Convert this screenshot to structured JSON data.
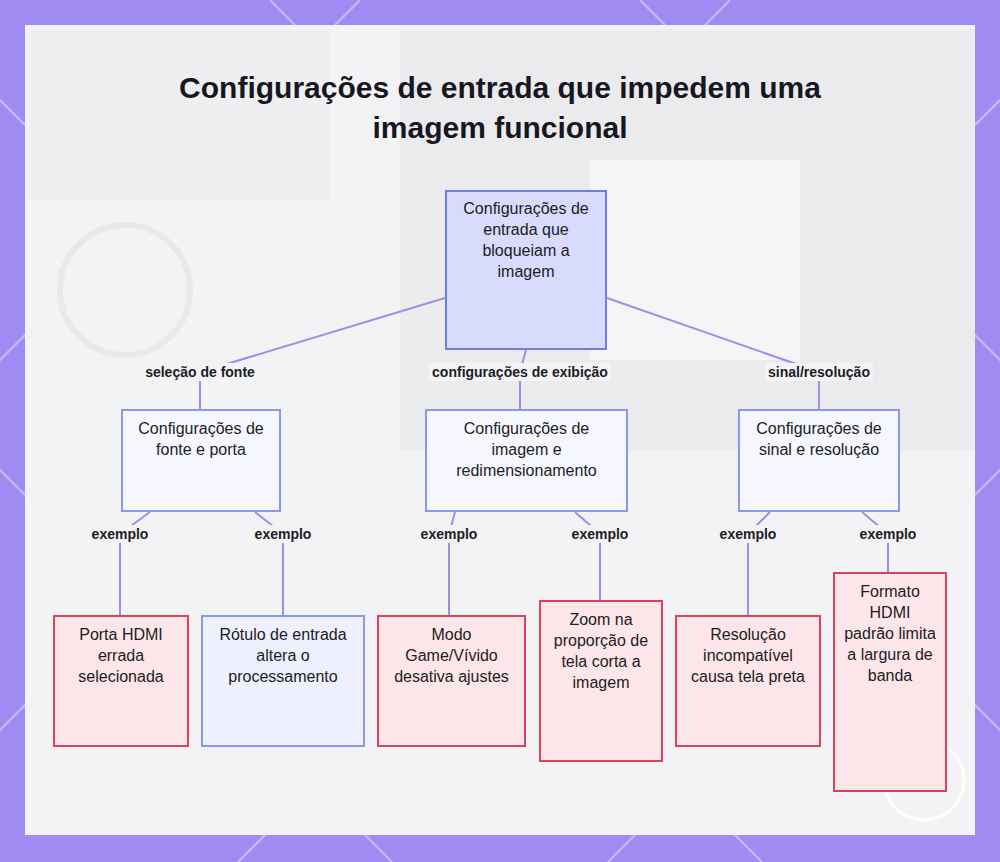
{
  "diagram": {
    "title": "Configurações de entrada que impedem uma imagem funcional",
    "nodes": [
      {
        "text": [
          "Configurações de entrada que bloqueiam a imagem"
        ]
      },
      {
        "text": [
          "Configurações de fonte e porta"
        ]
      },
      {
        "text": [
          "Configurações de imagem e redimensionamento"
        ]
      },
      {
        "text": [
          "Configurações de sinal e resolução"
        ]
      },
      {
        "text": [
          "Porta HDMI errada selecionada"
        ]
      },
      {
        "text": [
          "Rótulo de entrada altera o processamento"
        ]
      },
      {
        "text": [
          "Modo Game/Vívido desativa ajustes"
        ]
      },
      {
        "text": [
          "Zoom na proporção de tela corta a imagem"
        ]
      },
      {
        "text": [
          "Resolução incompatível causa tela preta"
        ]
      },
      {
        "text": [
          "Formato HDMI padrão limita a largura de banda"
        ]
      }
    ],
    "edges": [
      {
        "from": 0,
        "to": 1,
        "label": "seleção de fonte",
        "arrow": "none"
      },
      {
        "from": 0,
        "to": 2,
        "label": "configurações de exibição",
        "arrow": "none"
      },
      {
        "from": 0,
        "to": 3,
        "label": "sinal/resolução",
        "arrow": "none"
      },
      {
        "from": 1,
        "to": 4,
        "label": "exemplo",
        "arrow": "none"
      },
      {
        "from": 1,
        "to": 5,
        "label": "exemplo",
        "arrow": "none"
      },
      {
        "from": 2,
        "to": 6,
        "label": "exemplo",
        "arrow": "none"
      },
      {
        "from": 2,
        "to": 7,
        "label": "exemplo",
        "arrow": "none"
      },
      {
        "from": 3,
        "to": 8,
        "label": "exemplo",
        "arrow": "none"
      },
      {
        "from": 3,
        "to": 9,
        "label": "exemplo",
        "arrow": "none"
      }
    ]
  }
}
